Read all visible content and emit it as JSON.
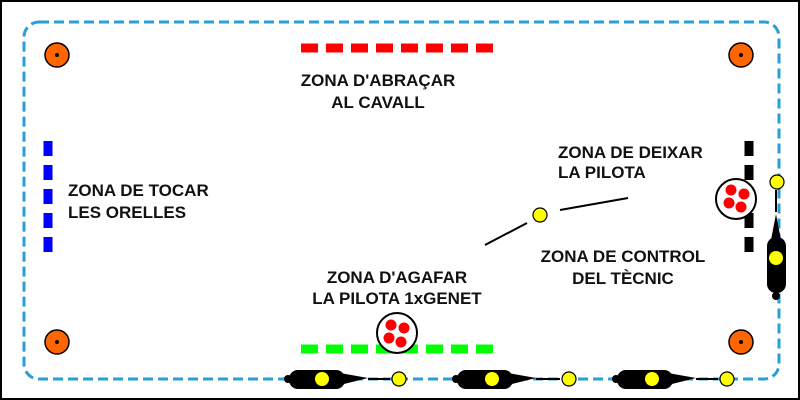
{
  "labels": {
    "hug_zone": [
      "ZONA D'ABRAÇAR",
      "AL CAVALL"
    ],
    "ears_zone": [
      "ZONA DE TOCAR",
      "LES ORELLES"
    ],
    "drop_zone": [
      "ZONA DE DEIXAR",
      "LA PILOTA"
    ],
    "control_zone": [
      "ZONA DE CONTROL",
      "DEL TÈCNIC"
    ],
    "pickup_zone": [
      "ZONA D'AGAFAR",
      "LA PILOTA 1xGENET"
    ]
  },
  "colors": {
    "track": "#2a9fd6",
    "cone": "#ff6600",
    "hug_dashes": "#ff0000",
    "pickup_dashes": "#00ff00",
    "ears_dashes": "#0000ff",
    "drop_dashes": "#000000",
    "ball": "#ffff00",
    "bag_ball": "#ff0000"
  }
}
